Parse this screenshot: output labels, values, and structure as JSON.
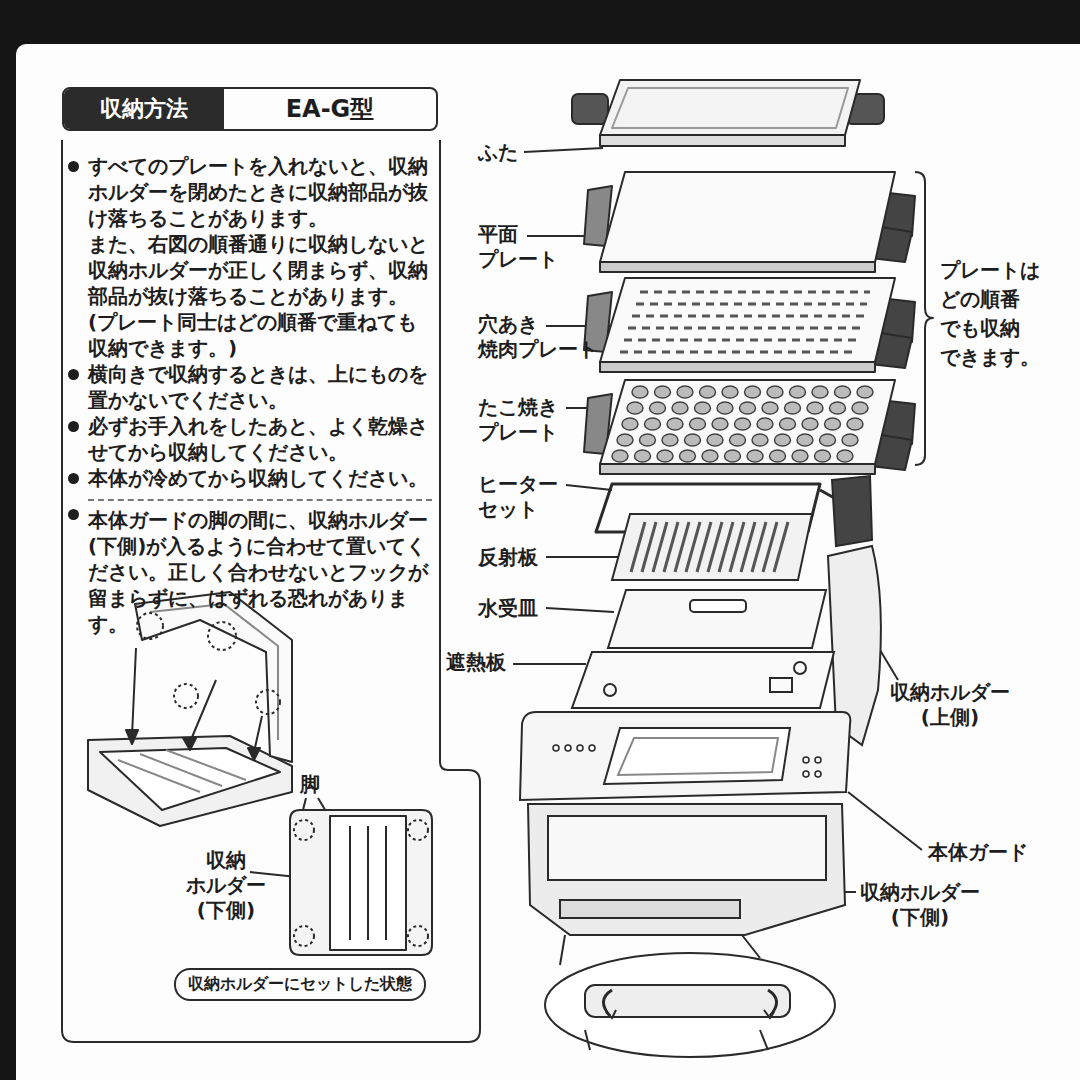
{
  "diagram": {
    "nodes": [
      {
        "text": [
          "収納方法",
          "EA-G型"
        ]
      },
      {
        "text": [
          "すべてのプレートを入れないと、収納ホルダーを閉めたときに収納部品が抜け落ちることがあります。",
          "また、右図の順番通りに収納しないと収納ホルダーが正しく閉まらず、収納部品が抜け落ちることがあります。",
          "(プレート同士はどの順番で重ねても収納できます。)",
          "横向きで収納するときは、上にものを置かないでください。",
          "必ずお手入れをしたあと、よく乾燥させてから収納してください。",
          "本体が冷めてから収納してください。",
          "本体ガードの脚の間に、収納ホルダー(下側)が入るように合わせて置いてください。正しく合わせないとフックが留まらずに、はずれる恐れがあります。"
        ]
      },
      {
        "text": [
          "収納ホルダーにセットした状態"
        ],
        "in": 1
      }
    ],
    "labels": [
      "脚",
      "収納 ホルダー (下側)",
      "ふた",
      "平面 プレート",
      "穴あき 焼肉プレート",
      "たこ焼き プレート",
      "ヒーター セット",
      "反射板",
      "水受皿",
      "遮熱板",
      "プレートは どの順番 でも収納 できます。",
      "収納ホルダー (上側)",
      "本体ガード",
      "収納ホルダー (下側)"
    ]
  }
}
